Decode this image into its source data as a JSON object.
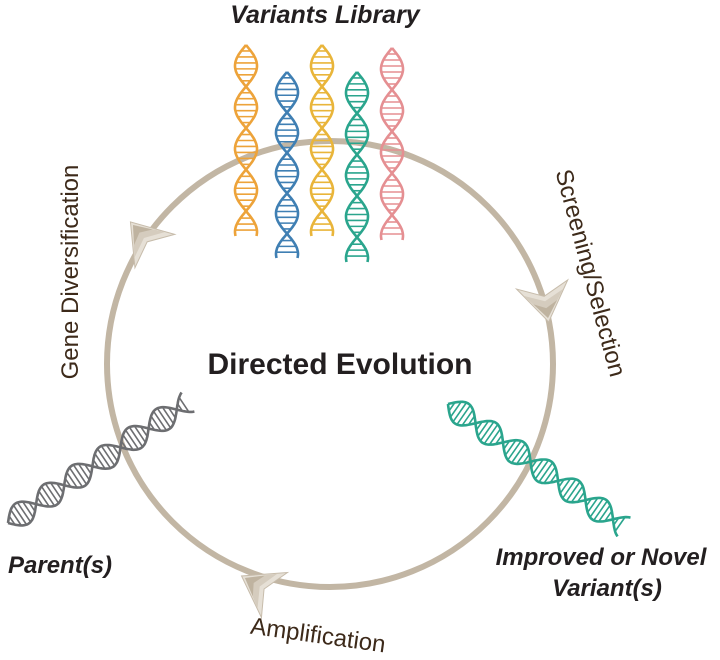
{
  "title": "Directed Evolution",
  "labels": {
    "variants_library": "Variants Library",
    "parents": "Parent(s)",
    "improved_line1": "Improved or Novel",
    "improved_line2": "Variant(s)"
  },
  "steps": {
    "gene_diversification": "Gene Diversification",
    "screening_selection": "Screening/Selection",
    "amplification": "Amplification"
  },
  "colors": {
    "cycle": "#c2b6a4",
    "text": "#231f20",
    "step_text": "#3d2a1a",
    "parent_dna": "#6d6e71",
    "improved_dna": "#2aa58d",
    "library": [
      "#eda33a",
      "#3f7fb3",
      "#e9b53a",
      "#2aa58d",
      "#e58f92"
    ]
  }
}
